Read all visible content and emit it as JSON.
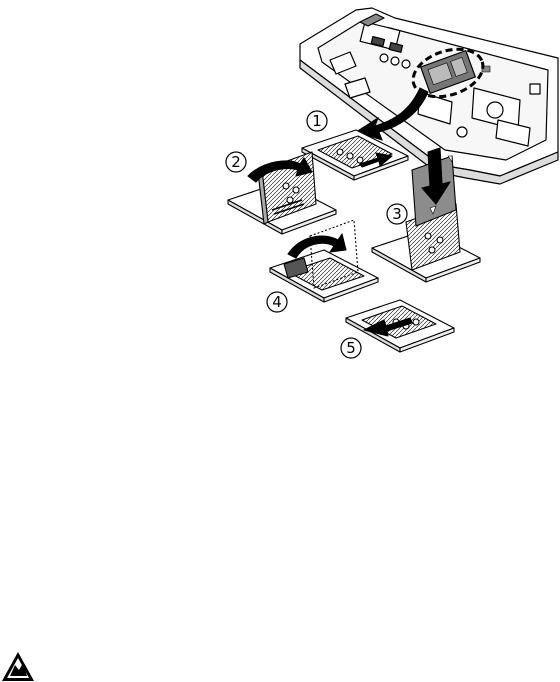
{
  "figure": {
    "steps": [
      {
        "label": "1"
      },
      {
        "label": "2"
      },
      {
        "label": "3"
      },
      {
        "label": "4"
      },
      {
        "label": "5"
      }
    ]
  },
  "icons": {
    "warning": "warning-icon",
    "arrow": "curved-arrow-icon"
  },
  "colors": {
    "ink": "#000000",
    "paper": "#ffffff",
    "shade": "#9a9a9a"
  }
}
